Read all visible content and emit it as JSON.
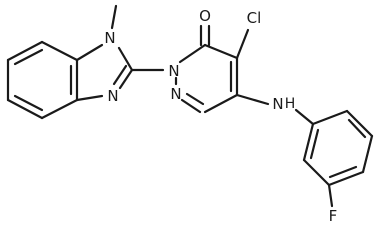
{
  "atoms": {
    "o_label": "O",
    "cl_label": "Cl",
    "n_methyl_label": "N",
    "n_benz_label": "N",
    "n_pyr1_label": "N",
    "n_pyr2_label": "N",
    "nh_n_label": "N",
    "nh_h_label": "H",
    "f_label": "F"
  }
}
